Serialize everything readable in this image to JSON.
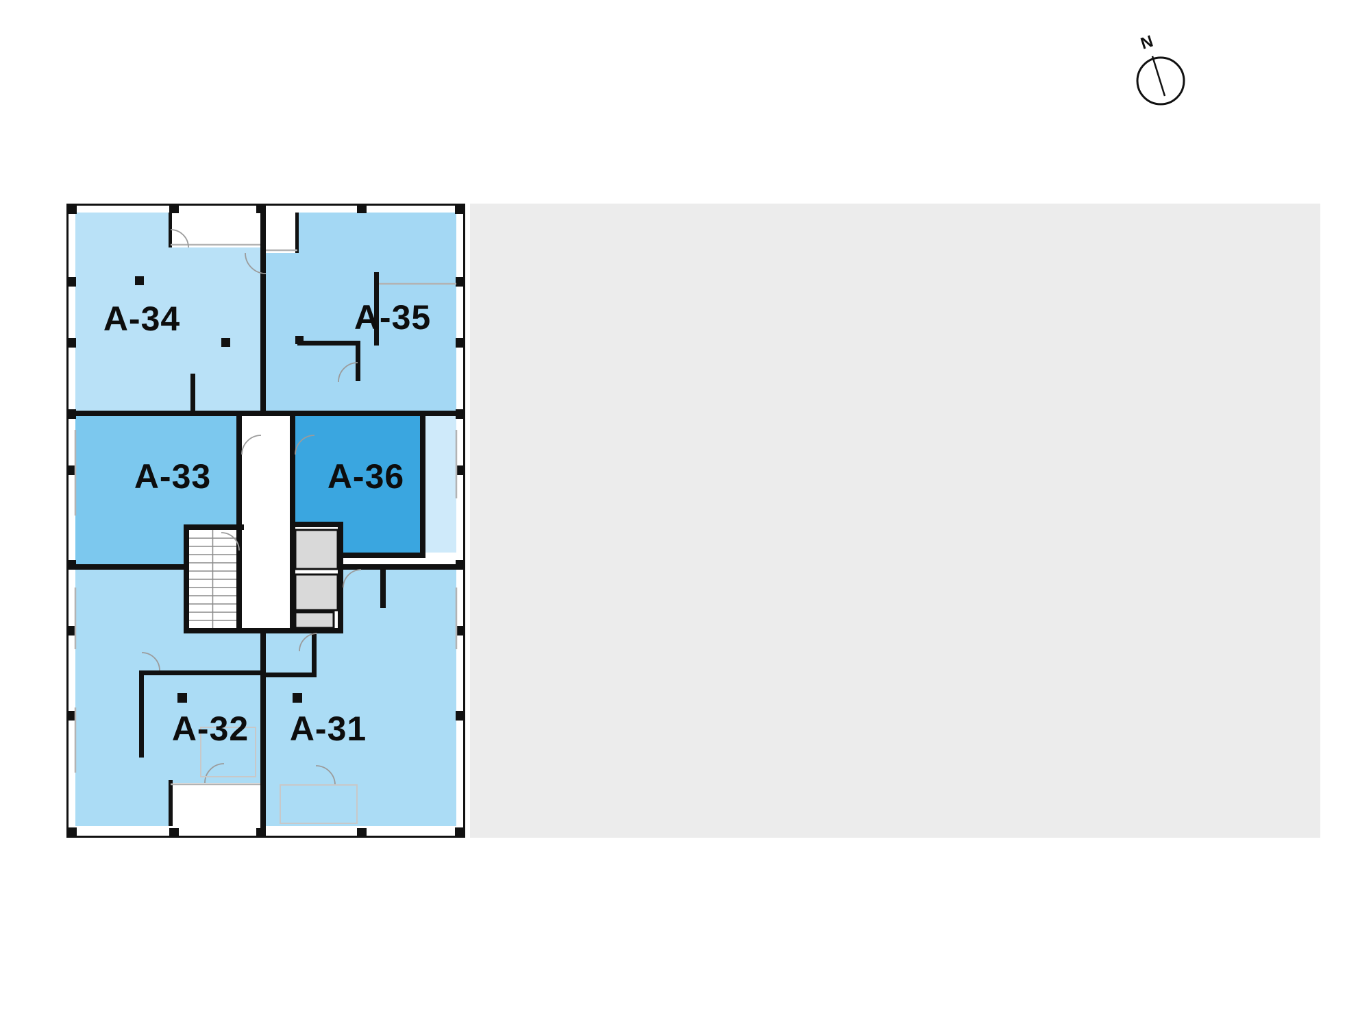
{
  "compass": {
    "label": "N"
  },
  "side_panel": {
    "color": "#ececec"
  },
  "floor_plan": {
    "wall_color": "#111111",
    "detail_color": "#9b9b9b",
    "window_color": "#b3b3b3",
    "elevator_color": "#d9d9d9",
    "stair_line_color": "#8a8a8a",
    "balcony_color": "#cfeafa",
    "units": [
      {
        "id": "a34",
        "label": "A-34",
        "color": "#b9e1f7"
      },
      {
        "id": "a35",
        "label": "A-35",
        "color": "#a4d8f4"
      },
      {
        "id": "a33",
        "label": "A-33",
        "color": "#7cc8ee"
      },
      {
        "id": "a36",
        "label": "A-36",
        "color": "#3aa6e0"
      },
      {
        "id": "a32",
        "label": "A-32",
        "color": "#abdcf5"
      },
      {
        "id": "a31",
        "label": "A-31",
        "color": "#abdcf5"
      }
    ]
  }
}
